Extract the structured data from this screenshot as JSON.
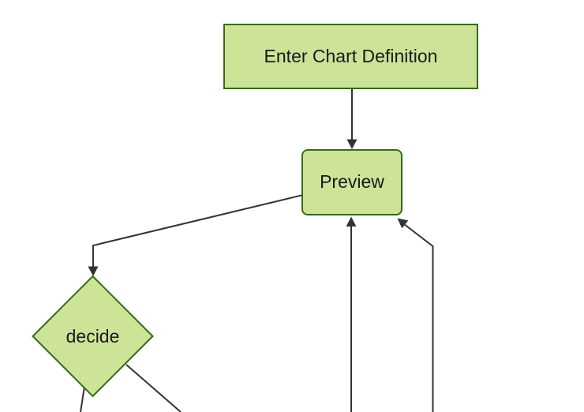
{
  "diagram": {
    "type": "flowchart",
    "direction": "top-down",
    "colors": {
      "background": "#ffffff",
      "node_fill": "#cde498",
      "node_border": "#35691b",
      "edge": "#333333",
      "text": "#1a1a1a"
    },
    "nodes": [
      {
        "id": "enter-chart-definition",
        "shape": "rectangle",
        "label": "Enter Chart Definition"
      },
      {
        "id": "preview",
        "shape": "rounded-rectangle",
        "label": "Preview"
      },
      {
        "id": "decide",
        "shape": "diamond",
        "label": "decide"
      }
    ],
    "edges": [
      {
        "from": "enter-chart-definition",
        "to": "preview",
        "arrow": true
      },
      {
        "from": "preview",
        "to": "decide",
        "arrow": true
      },
      {
        "from": "decide",
        "to": "offscreen-bottom-left",
        "arrow": false
      },
      {
        "from": "decide",
        "to": "offscreen-bottom-right",
        "arrow": false
      },
      {
        "from": "offscreen-bottom-center",
        "to": "preview",
        "arrow": true
      },
      {
        "from": "offscreen-bottom-right",
        "to": "preview",
        "arrow": true
      }
    ]
  }
}
